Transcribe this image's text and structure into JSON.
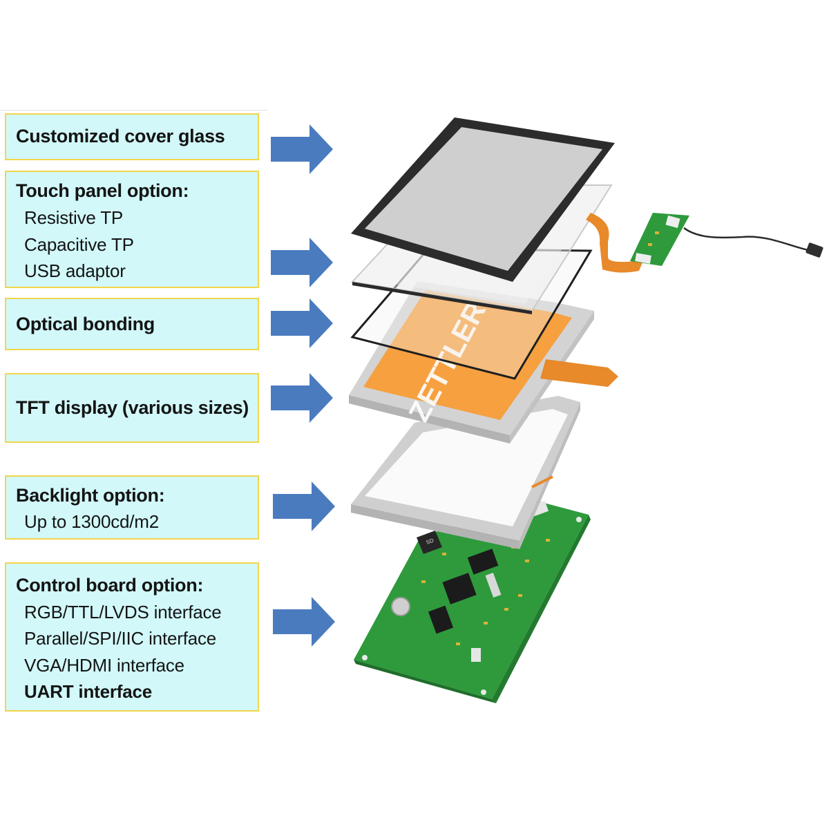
{
  "labels": [
    {
      "id": "cover-glass",
      "head": "Customized cover glass",
      "items": []
    },
    {
      "id": "touch-panel",
      "head": "Touch panel option:",
      "items": [
        "Resistive TP",
        "Capacitive TP",
        "USB adaptor"
      ]
    },
    {
      "id": "optical-bonding",
      "head": "Optical bonding",
      "items": []
    },
    {
      "id": "tft-display",
      "head": "TFT display (various sizes)",
      "items": []
    },
    {
      "id": "backlight",
      "head": "Backlight option:",
      "items": [
        "Up to 1300cd/m2"
      ]
    },
    {
      "id": "control-board",
      "head": "Control board option:",
      "items": [
        "RGB/TTL/LVDS interface",
        "Parallel/SPI/IIC interface",
        "VGA/HDMI interface",
        "UART interface"
      ]
    }
  ],
  "display_brand": "ZETTLER",
  "sd_card_label": "SD",
  "colors": {
    "label_fill": "#d2f8f9",
    "label_border": "#f2d64a",
    "arrow": "#4a7bbf",
    "display": "#f6a040",
    "pcb": "#2e9a3c",
    "flex_cable": "#e8892a"
  }
}
